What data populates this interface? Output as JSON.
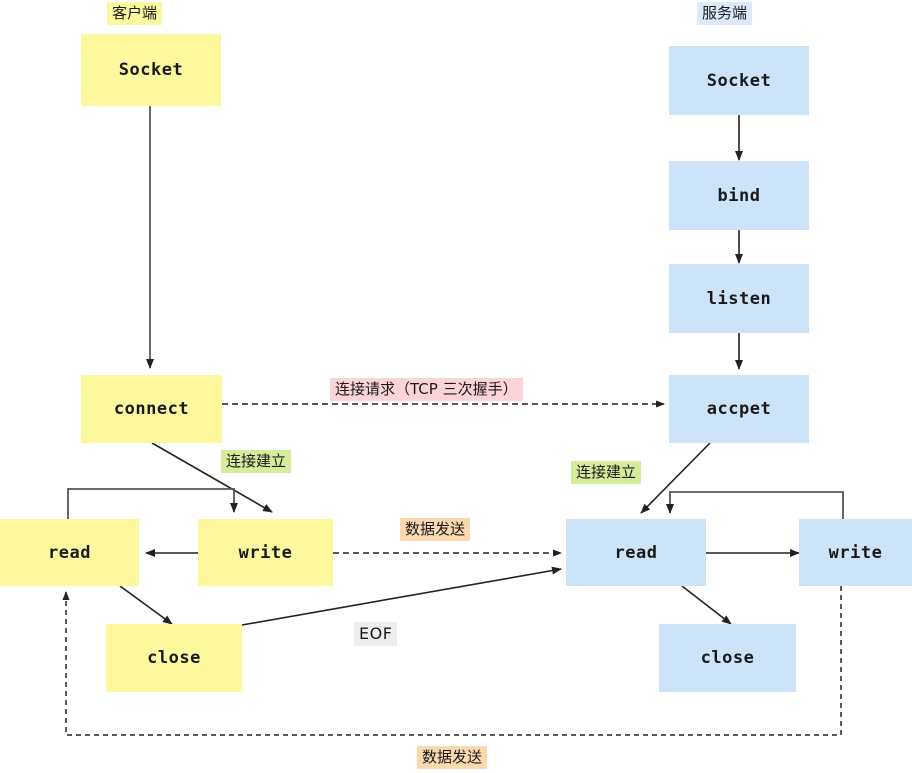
{
  "diagram": {
    "title_client": "客户端",
    "title_server": "服务端",
    "colors": {
      "client_fill": "#fbf89e",
      "server_fill": "#cce3f8",
      "stroke": "#333333",
      "tag_green": "#d6ec9a",
      "tag_pink": "#fbd3d9",
      "tag_orange": "#fbd9b0",
      "tag_gray": "#eeeeee",
      "tag_blue": "#dbeafb"
    },
    "nodes": {
      "client_socket": "Socket",
      "client_connect": "connect",
      "client_read": "read",
      "client_write": "write",
      "client_close": "close",
      "server_socket": "Socket",
      "server_bind": "bind",
      "server_listen": "listen",
      "server_accept": "accpet",
      "server_read": "read",
      "server_write": "write",
      "server_close": "close"
    },
    "edge_labels": {
      "connect_request": "连接请求（TCP 三次握手）",
      "conn_established_client": "连接建立",
      "conn_established_server": "连接建立",
      "data_send_top": "数据发送",
      "eof": "EOF",
      "data_send_bottom": "数据发送"
    }
  }
}
